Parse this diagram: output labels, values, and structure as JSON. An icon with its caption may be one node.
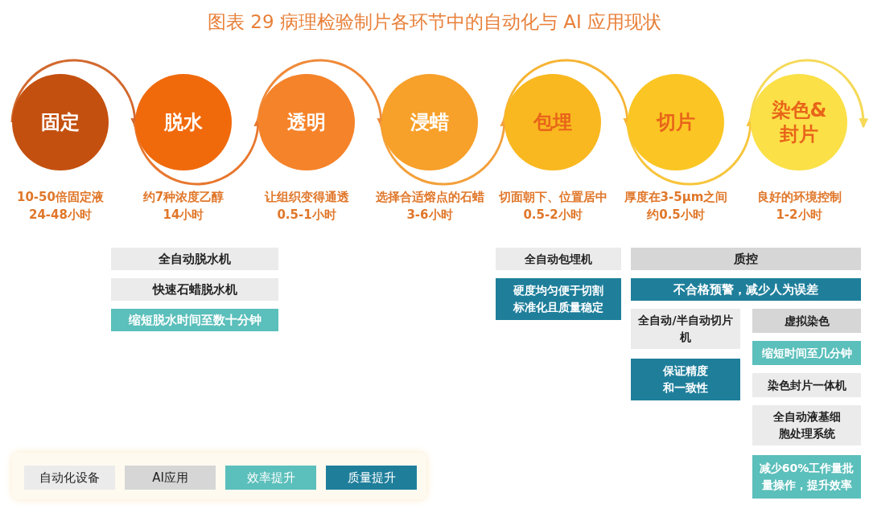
{
  "diagram": {
    "title": "图表 29 病理检验制片各环节中的自动化与 AI 应用现状",
    "nodes": [
      {
        "text": [
          "固定"
        ],
        "beside": [
          "10-50倍固定液",
          "24-48小时"
        ]
      },
      {
        "text": [
          "脱水"
        ],
        "beside": [
          "约7种浓度乙醇",
          "14小时"
        ]
      },
      {
        "text": [
          "透明"
        ],
        "beside": [
          "让组织变得通透",
          "0.5-1小时"
        ]
      },
      {
        "text": [
          "浸蜡"
        ],
        "beside": [
          "选择合适熔点的石蜡",
          "3-6小时"
        ]
      },
      {
        "text": [
          "包埋"
        ],
        "beside": [
          "切面朝下、位置居中",
          "0.5-2小时"
        ]
      },
      {
        "text": [
          "切片"
        ],
        "beside": [
          "厚度在3-5μm之间",
          "约0.5小时"
        ]
      },
      {
        "text": [
          "染色&封片"
        ],
        "beside": [
          "良好的环境控制",
          "1-2小时"
        ]
      },
      {
        "text": [
          "全自动脱水机"
        ]
      },
      {
        "text": [
          "快速石蜡脱水机"
        ]
      },
      {
        "text": [
          "缩短脱水时间至数十分钟"
        ]
      },
      {
        "text": [
          "全自动包埋机"
        ]
      },
      {
        "text": [
          "硬度均匀便于切割标准化且质量稳定"
        ]
      },
      {
        "text": [
          "质控"
        ]
      },
      {
        "text": [
          "不合格预警，减少人为误差"
        ]
      },
      {
        "text": [
          "全自动/半自动切片机"
        ]
      },
      {
        "text": [
          "保证精度和一致性"
        ]
      },
      {
        "text": [
          "虚拟染色"
        ]
      },
      {
        "text": [
          "缩短时间至几分钟"
        ]
      },
      {
        "text": [
          "染色封片一体机"
        ]
      },
      {
        "text": [
          "全自动液基细胞处理系统"
        ]
      },
      {
        "text": [
          "减少60%工作量批量操作，提升效率"
        ]
      }
    ],
    "edges": [
      {
        "from": 0,
        "to": 1,
        "arrow": "to",
        "color": "#d2692e"
      },
      {
        "from": 1,
        "to": 2,
        "arrow": "to",
        "color": "#e8772e"
      },
      {
        "from": 2,
        "to": 3,
        "arrow": "to",
        "color": "#ef8a3a"
      },
      {
        "from": 3,
        "to": 4,
        "arrow": "to",
        "color": "#f3a03a"
      },
      {
        "from": 4,
        "to": 5,
        "arrow": "to",
        "color": "#f6b434"
      },
      {
        "from": 5,
        "to": 6,
        "arrow": "to",
        "color": "#f7c53c"
      },
      {
        "from": 6,
        "to": null,
        "arrow": "to",
        "color": "#f5d957"
      }
    ],
    "legend": [
      {
        "text": "自动化设备",
        "color": "#ebebeb"
      },
      {
        "text": "AI应用",
        "color": "#d6d6d6"
      },
      {
        "text": "效率提升",
        "color": "#5bbfbb"
      },
      {
        "text": "质量提升",
        "color": "#1f7f9b"
      }
    ]
  }
}
